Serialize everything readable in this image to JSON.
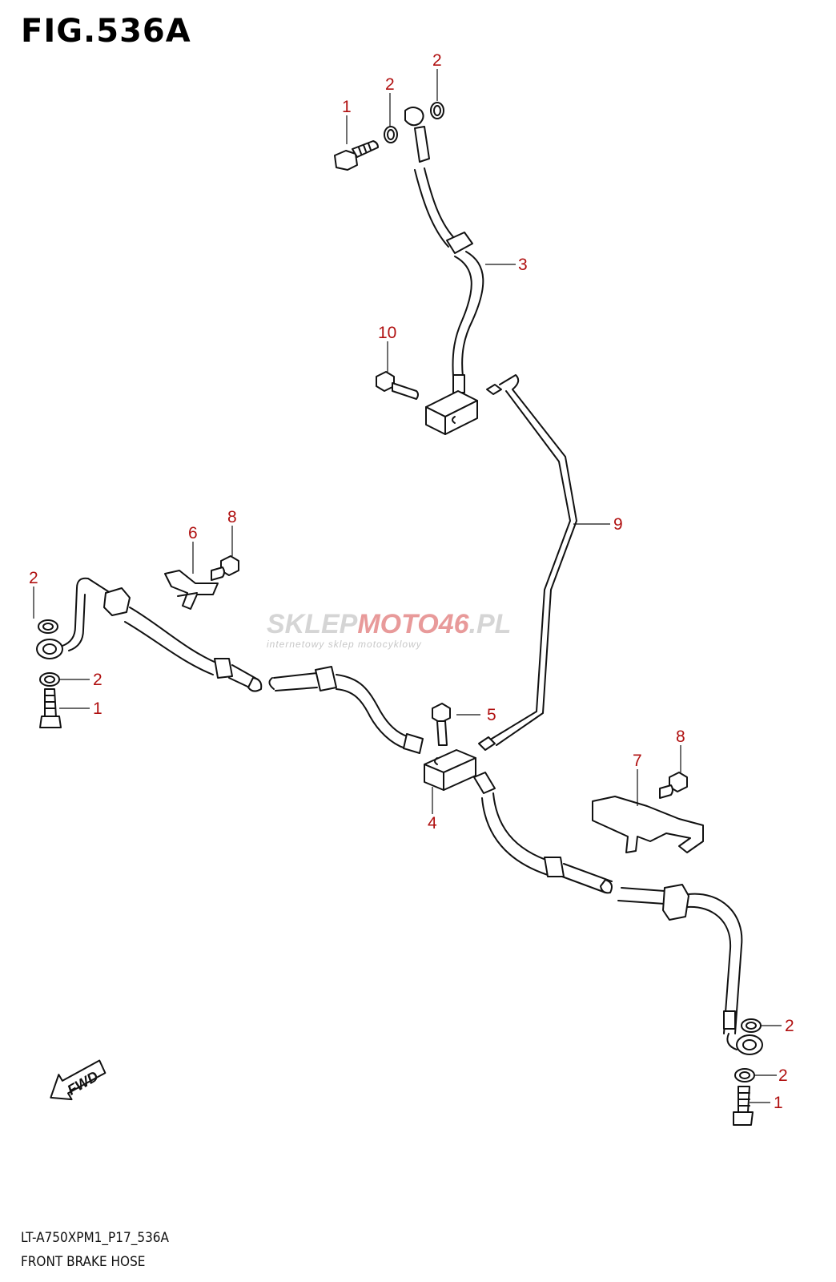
{
  "figure": {
    "title": "FIG.536A",
    "model_code": "LT-A750XPM1_P17_536A",
    "caption": "FRONT BRAKE HOSE"
  },
  "callouts": [
    {
      "id": "c1a",
      "label": "1"
    },
    {
      "id": "c2a",
      "label": "2"
    },
    {
      "id": "c2b",
      "label": "2"
    },
    {
      "id": "c3",
      "label": "3"
    },
    {
      "id": "c10",
      "label": "10"
    },
    {
      "id": "c9",
      "label": "9"
    },
    {
      "id": "c6",
      "label": "6"
    },
    {
      "id": "c8a",
      "label": "8"
    },
    {
      "id": "c2c",
      "label": "2"
    },
    {
      "id": "c2d",
      "label": "2"
    },
    {
      "id": "c1b",
      "label": "1"
    },
    {
      "id": "c5",
      "label": "5"
    },
    {
      "id": "c4",
      "label": "4"
    },
    {
      "id": "c7",
      "label": "7"
    },
    {
      "id": "c8b",
      "label": "8"
    },
    {
      "id": "c2e",
      "label": "2"
    },
    {
      "id": "c2f",
      "label": "2"
    },
    {
      "id": "c1c",
      "label": "1"
    }
  ],
  "watermark": {
    "brand_gray": "SKLEP",
    "brand_red": "MOTO46",
    "brand_tail": ".PL",
    "tagline": "internetowy sklep motocyklowy"
  },
  "fwd_label": "FWD",
  "colors": {
    "callout": "#b01010",
    "line": "#111111",
    "watermark_red": "#e89a9a"
  }
}
